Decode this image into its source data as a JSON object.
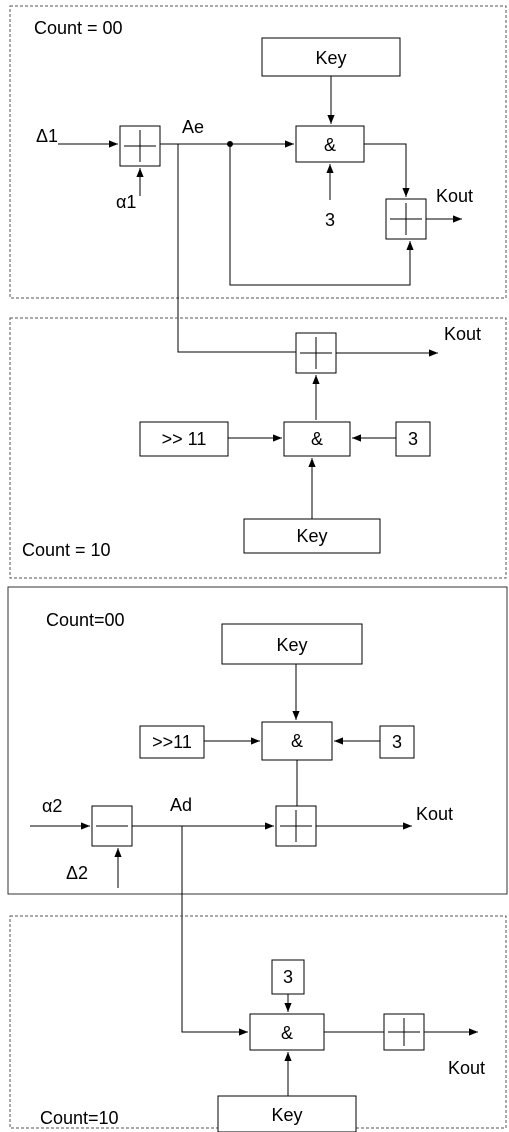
{
  "panel1": {
    "count_label": "Count = 00",
    "key_label": "Key",
    "and_label": "&",
    "const_label": "3",
    "input_delta": "Δ1",
    "input_alpha": "α1",
    "node_label": "Ae",
    "output_label": "Kout"
  },
  "panel2": {
    "count_label": "Count = 10",
    "shift_label": ">> 11",
    "and_label": "&",
    "const_label": "3",
    "key_label": "Key",
    "output_label": "Kout"
  },
  "panel3": {
    "count_label": "Count=00",
    "key_label": "Key",
    "shift_label": ">>11",
    "and_label": "&",
    "const_label": "3",
    "input_alpha": "α2",
    "input_delta": "Δ2",
    "node_label": "Ad",
    "output_label": "Kout"
  },
  "panel4": {
    "count_label": "Count=10",
    "const_label": "3",
    "and_label": "&",
    "key_label": "Key",
    "output_label": "Kout"
  }
}
